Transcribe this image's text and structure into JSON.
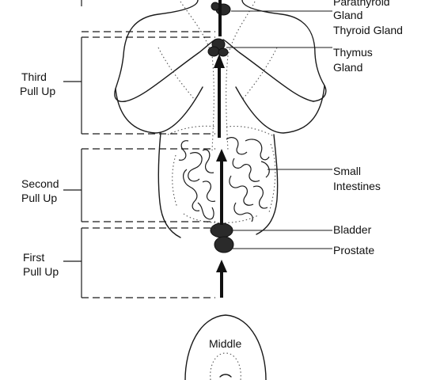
{
  "labels": {
    "parathyroid": [
      "Parathyroid",
      "Gland"
    ],
    "thyroid": "Thyroid Gland",
    "thymus": [
      "Thymus",
      "Gland"
    ],
    "small_intestines": [
      "Small",
      "Intestines"
    ],
    "bladder": "Bladder",
    "prostate": "Prostate",
    "middle": "Middle"
  },
  "pull_ups": [
    {
      "line1": "Third",
      "line2": "Pull  Up"
    },
    {
      "line1": "Second",
      "line2": "Pull Up"
    },
    {
      "line1": "First",
      "line2": "Pull Up"
    }
  ]
}
